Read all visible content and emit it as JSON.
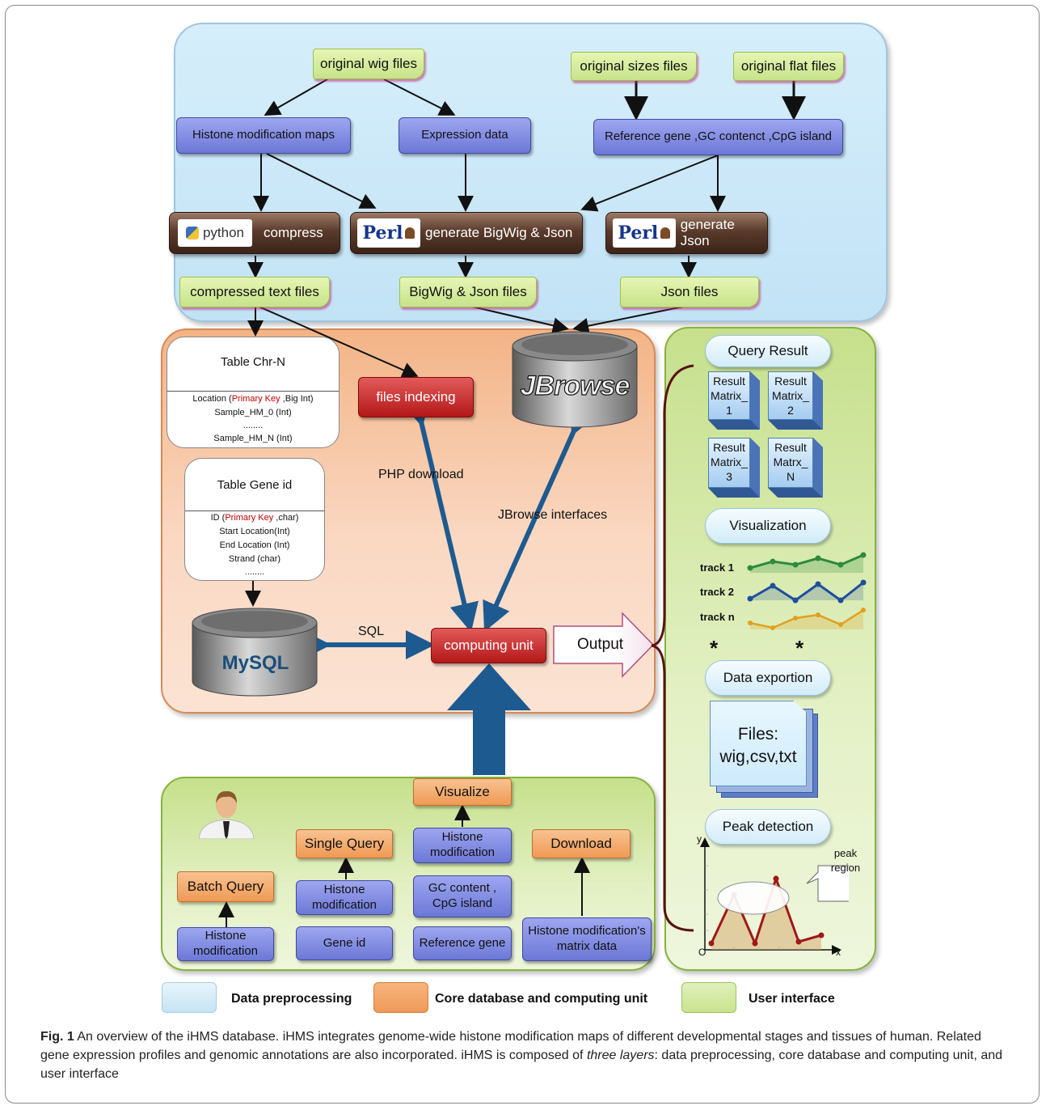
{
  "preprocessing": {
    "original_wig": "original wig files",
    "original_sizes": "original sizes files",
    "original_flat": "original flat files",
    "histone_maps": "Histone modification maps",
    "expression_data": "Expression data",
    "reference_gc_cpg": "Reference gene ,GC contenct ,CpG island",
    "python_logo": "python",
    "compress": "compress",
    "perl_logo_1": "Perl",
    "generate_bigwig_json": "generate BigWig & Json",
    "perl_logo_2": "Perl",
    "generate_json": "generate Json",
    "compressed_text_files": "compressed text files",
    "bigwig_json_files": "BigWig & Json files",
    "json_files": "Json files"
  },
  "core": {
    "table_chr": {
      "title": "Table Chr-N",
      "row1_prefix": "Location (",
      "row1_key": "Primary Key",
      "row1_suffix": " ,Big Int)",
      "row2": "Sample_HM_0 (Int)",
      "row3": "........",
      "row4": "Sample_HM_N (Int)"
    },
    "table_gene": {
      "title": "Table Gene id",
      "row1_prefix": "ID (",
      "row1_key": "Primary Key",
      "row1_suffix": " ,char)",
      "row2": "Start Location(Int)",
      "row3": "End Location (Int)",
      "row4": "Strand (char)",
      "row5": "........"
    },
    "files_indexing": "files indexing",
    "jbrowse_logo": "JBrowse",
    "php_download": "PHP download",
    "jbrowse_interfaces": "JBrowse interfaces",
    "mysql_logo": "MySQL",
    "sql": "SQL",
    "computing_unit": "computing unit",
    "output": "Output"
  },
  "user_panel": {
    "visualize": "Visualize",
    "single_query": "Single Query",
    "download": "Download",
    "batch_query": "Batch Query",
    "hm_visualize": "Histone modification",
    "hm_single": "Histone modification",
    "hm_batch": "Histone modification",
    "gc_cpg": "GC content , CpG island",
    "gene_id": "Gene id",
    "reference_gene": "Reference gene",
    "hm_matrix": "Histone modification's matrix data"
  },
  "right_panel": {
    "query_result": "Query Result",
    "matrix_1": "Result Matrix_ 1",
    "matrix_2": "Result Matrix_ 2",
    "matrix_3": "Result Matrix_ 3",
    "matrix_n": "Result Matrx_ N",
    "visualization": "Visualization",
    "track_1": "track 1",
    "track_2": "track 2",
    "track_n": "track n",
    "data_exportion": "Data exportion",
    "files_line1": "Files:",
    "files_line2": "wig,csv,txt",
    "peak_detection": "Peak detection",
    "peak_region": "peak region",
    "axis_y": "y",
    "axis_x": "x",
    "axis_origin": "O",
    "asterisk": "*"
  },
  "legend": {
    "preprocessing": "Data preprocessing",
    "core": "Core database and computing unit",
    "ui": "User interface"
  },
  "colors": {
    "preprocessing": "#cde8f7",
    "core": "#ee9a5a",
    "ui": "#c9e38f",
    "arrow_blue": "#1d5a8f",
    "track1": "#2e8b3d",
    "track2": "#1f4e9c",
    "trackn": "#e0a020",
    "peak": "#a01818"
  },
  "caption": {
    "label": "Fig. 1",
    "text_1": " An overview of the iHMS database. iHMS integrates genome-wide histone modification maps of different developmental stages and tissues of human. Related gene expression profiles and genomic annotations are also incorporated. iHMS is composed of ",
    "text_italic": "three layers",
    "text_2": ": data preprocessing, core database and computing unit, and user interface"
  }
}
